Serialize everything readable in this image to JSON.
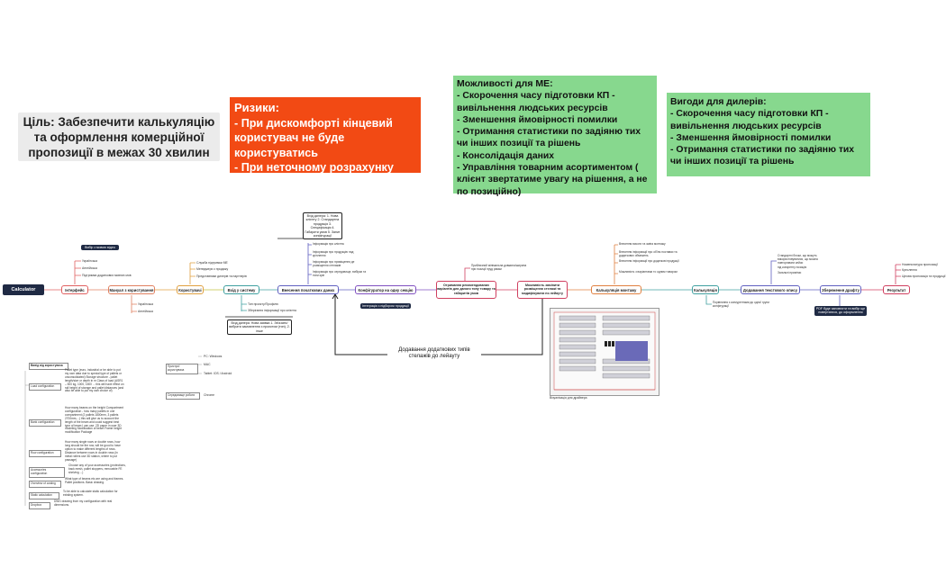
{
  "goal": "Ціль: Забезпечити калькуляцію та оформлення комерційної пропозиції в межах 30 хвилин",
  "risks": {
    "title": "Ризики:",
    "items": [
      "- При дискомфорті кінцевий користувач не буде користуватись",
      "- При неточному розрахунку неправильно підібране рішення"
    ]
  },
  "me": {
    "title": "Можливості для МЕ:",
    "items": [
      "- Скорочення часу підготовки КП - вивільнення людських ресурсів",
      "- Зменшення ймовірності помилки",
      "- Отримання статистики по задіяню тих чи інших позиції та рішень",
      "- Консолідація даних",
      "- Управління товарним асортиментом ( клієнт звертатиме увагу на рішення, а не по позиційно)"
    ]
  },
  "dealers": {
    "title": "Вигоди для дилерів:",
    "items": [
      "- Скорочення часу підготовки КП - вивільнення людських ресурсів",
      "- Зменшення ймовірності помилки",
      "- Отримання статистики по задіяню тих чи інших позиції та рішень"
    ]
  },
  "flow": {
    "calculator": "Calculator",
    "nodes": [
      "Інтерфейс",
      "Мануал з користування",
      "Користувачі",
      "Вхід у систему",
      "Внесення початкових даних",
      "Конфігуратор на одну секцію",
      "Отримання рекомендованих варіантів для даного типу товару та габаритів умов",
      "Можливість замінити розміщення стелажі та модифікувати по лейауту",
      "Калькуляція монтажу",
      "Калькуляція",
      "Додавання текстового опису",
      "Збереження драфту",
      "Результат"
    ],
    "loop_label": "Додавання додаткових типів стелажів до лейауту",
    "config_note": "Інтеграція з підбором продукції"
  },
  "leaves": {
    "interface": [
      "Українська",
      "Англійська",
      "Підтримка додаткових мовних мов"
    ],
    "interface_title": "Вибір з мовою відео",
    "manual": [
      "Українська",
      "Англійська"
    ],
    "users": [
      "Служба підтримки МЕ",
      "Менеджери з продажу",
      "Представники дилерів та партнерів"
    ],
    "login": [
      "Тип проєкту/Профілю",
      "Зберігання інформації про клієнта"
    ],
    "login_dark": "Вхід дилера: Нова заявка 1. Звʼязати/вибрати замовлення з проєктом (тип), 2. інше",
    "init_dark": "Вхід дилера: 1. Нова клієнту 2. Стандартна продукція 3. Специфікація 4. Габарити умов 5. Запит конфігурації",
    "init": [
      "Інформація про клієнта",
      "Інформація про продукцію над кріплення",
      "Інформація про приміщення де розміщення стелажів",
      "Інформація про середовище, вибірки та типи кріп"
    ],
    "recommend": "Приблизний мінімальна довжина/ширина при позиції пруд рамки",
    "modify": [
      "Внесення висоти та зміна монтажу",
      "Внесення інформації про обʼєм поставки та додаткових обмежень",
      "Внесення інформації про додаткові продукції",
      "Можливість з варіантами то одним товаром"
    ],
    "calc": "Порівняння з конкурентами до одної групи конфігурації",
    "text": [
      "Стандартні блоки, що можуть використовуватися, що можна",
      "повторювати кейси",
      "під конкретну позицію",
      "Загальні примітки"
    ],
    "draft": "PDF буде заповнити та вибір ще повертатися, до оформлення",
    "result": [
      "Номенклатура пропозиції",
      "Креслення",
      "Цінова пропозиція та продукції"
    ],
    "layout_caption": "Візуалізація для драйвера"
  },
  "left_panel": {
    "title": "Вивід від користувача",
    "rows": [
      {
        "label": "Load configuration",
        "text": "Pallet type (euro, industrial or be able to put my own data due to special type of pallets or unconsolidated) Storage structure - pallet length/size or depth in m Class of load (ASR1 – 500 kg, 1000, 1500 ... this will have effect on rail height of storage and pallet distances (and also be able to put my own choice of)"
      },
      {
        "label": "Bank configuration",
        "text": "How many beams on the height Compartment configuration - how many pallets in one compartment (2 pallets 1800mm, 3 pallets 2700mm,...) this will give us to account the length of the beam and could suggest best type of beam I can use. 2D paper in user 3D modeling Modification of beam Frame height modification Package"
      },
      {
        "label": "Row configuration",
        "text": "How many single rows or double rows, how long should be the row, will be good to have option to make different lengths of rows. Distance between rows in double rows (in metal rollers use 3D station, where to put passage)"
      },
      {
        "label": "Accessories configuration",
        "text": "Choose any of your accessories (protections, back mesh, pallet stoppers, removable FE shelving ...)"
      },
      {
        "label": "Overview of costing",
        "text": "What type of beams etc are using and frames. Pallet positions. Basic drawing."
      },
      {
        "label": "Static calculation",
        "text": "To be able to calculate static calculation for existing system."
      },
      {
        "label": "Dropbox",
        "text": "DWG drawing from my configuration with real dimensions."
      }
    ]
  },
  "side_panel": {
    "device_label": "Пристрої користувача",
    "devices": [
      "PC: Windows",
      "MAC",
      "Tablet: IOS / Android"
    ],
    "browser_label": "Середовище роботи",
    "browser": "Chrome"
  },
  "colors": {
    "accent_red": "#f24a14",
    "accent_green": "#87d88e",
    "dark": "#1f2a44"
  }
}
